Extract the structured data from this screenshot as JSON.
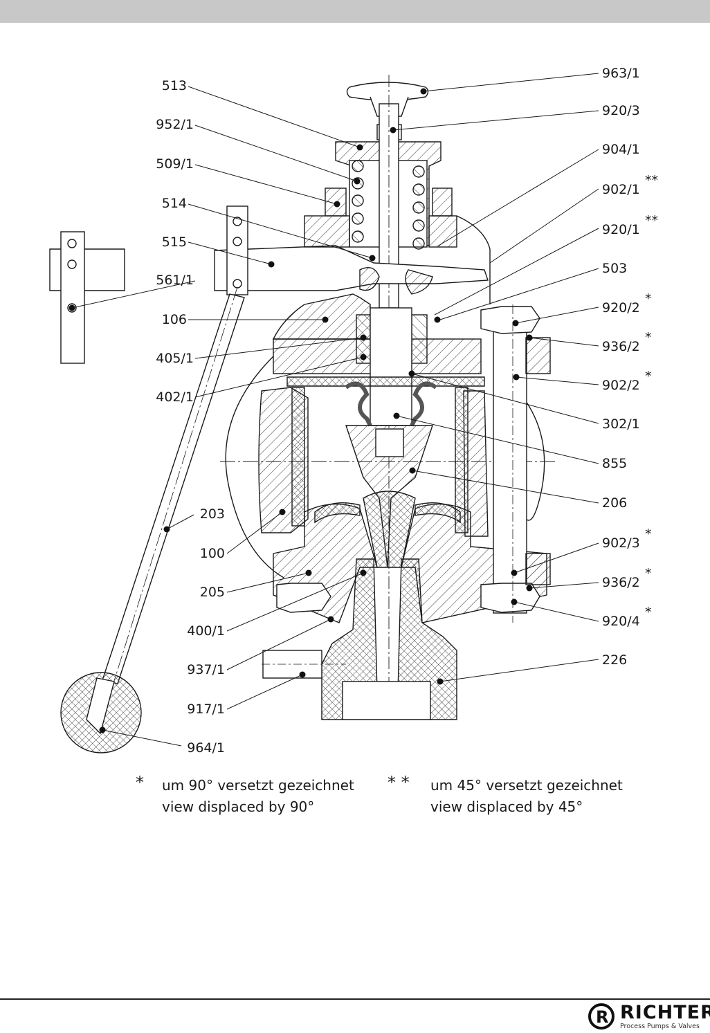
{
  "labels": {
    "l513": "513",
    "l952_1": "952/1",
    "l509_1": "509/1",
    "l514": "514",
    "l515": "515",
    "l561_1": "561/1",
    "l106": "106",
    "l405_1": "405/1",
    "l402_1": "402/1",
    "l203": "203",
    "l100": "100",
    "l205": "205",
    "l400_1": "400/1",
    "l937_1": "937/1",
    "l917_1": "917/1",
    "l964_1": "964/1",
    "r963_1": "963/1",
    "r920_3": "920/3",
    "r904_1": "904/1",
    "r902_1": "902/1",
    "r920_1": "920/1",
    "r503": "503",
    "r920_2": "920/2",
    "r936_2a": "936/2",
    "r902_2": "902/2",
    "r302_1": "302/1",
    "r855": "855",
    "r206": "206",
    "r902_3": "902/3",
    "r936_2b": "936/2",
    "r920_4": "920/4",
    "r226": "226"
  },
  "markers": {
    "single": "*",
    "double": "**"
  },
  "notes": {
    "single_symbol": "*",
    "single_line1": "um 90° versetzt gezeichnet",
    "single_line2": "view displaced by 90°",
    "double_symbol": "* *",
    "double_line1": "um 45° versetzt gezeichnet",
    "double_line2": "view displaced by 45°"
  },
  "logo": {
    "letter": "R",
    "brand": "RICHTER",
    "tagline": "Process Pumps & Valves"
  }
}
